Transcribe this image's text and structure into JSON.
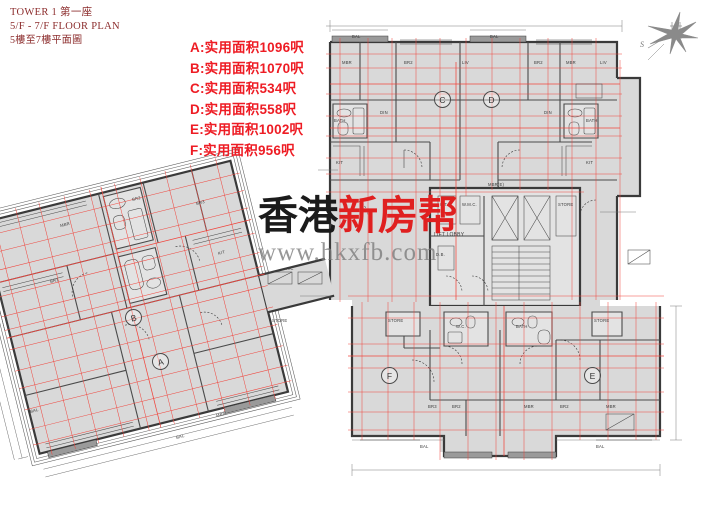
{
  "title_block": {
    "line1": "TOWER 1   第一座",
    "line2": "5/F - 7/F FLOOR PLAN",
    "line3": "5樓至7樓平面圖"
  },
  "area_legend": [
    {
      "unit": "A",
      "text": "A:实用面积1096呎",
      "area_sqft": 1096
    },
    {
      "unit": "B",
      "text": "B:实用面积1070呎",
      "area_sqft": 1070
    },
    {
      "unit": "C",
      "text": "C:实用面积534呎",
      "area_sqft": 534
    },
    {
      "unit": "D",
      "text": "D:实用面积558呎",
      "area_sqft": 558
    },
    {
      "unit": "E",
      "text": "E:实用面积1002呎",
      "area_sqft": 1002
    },
    {
      "unit": "F",
      "text": "F:实用面积956呎",
      "area_sqft": 956
    }
  ],
  "watermark": {
    "cn_black": "香港",
    "cn_red": "新房帮",
    "url": "www.hkxfb.com"
  },
  "compass": {
    "label": "S"
  },
  "unit_badges": [
    {
      "label": "C"
    },
    {
      "label": "D"
    },
    {
      "label": "B"
    },
    {
      "label": "A"
    },
    {
      "label": "F"
    },
    {
      "label": "E"
    }
  ],
  "room_labels": [
    "MBR",
    "BR2",
    "BAL",
    "LIV",
    "BATH",
    "KIT",
    "LIFT LOBBY",
    "STORE",
    "A/C",
    "W.M.C.",
    "MBR(E)",
    "BR1",
    "BR3",
    "BATH1",
    "BATH2",
    "M.BATH",
    "DIN",
    "KIT.",
    "BAL.",
    "LIV.",
    "MBR.",
    "STORE.",
    "A.D.",
    "U.P.",
    "R.S.&M.R.",
    "D.B.",
    "W.C."
  ],
  "colors": {
    "legend_red": "#ee1c24",
    "title_maroon": "#8c2d2d",
    "dimension_red": "#f0443c",
    "wall_dark": "#3a3a3a",
    "floor_fill": "#d9d9d9",
    "watermark_red": "#e02020",
    "watermark_gray": "#7b7b7b"
  }
}
